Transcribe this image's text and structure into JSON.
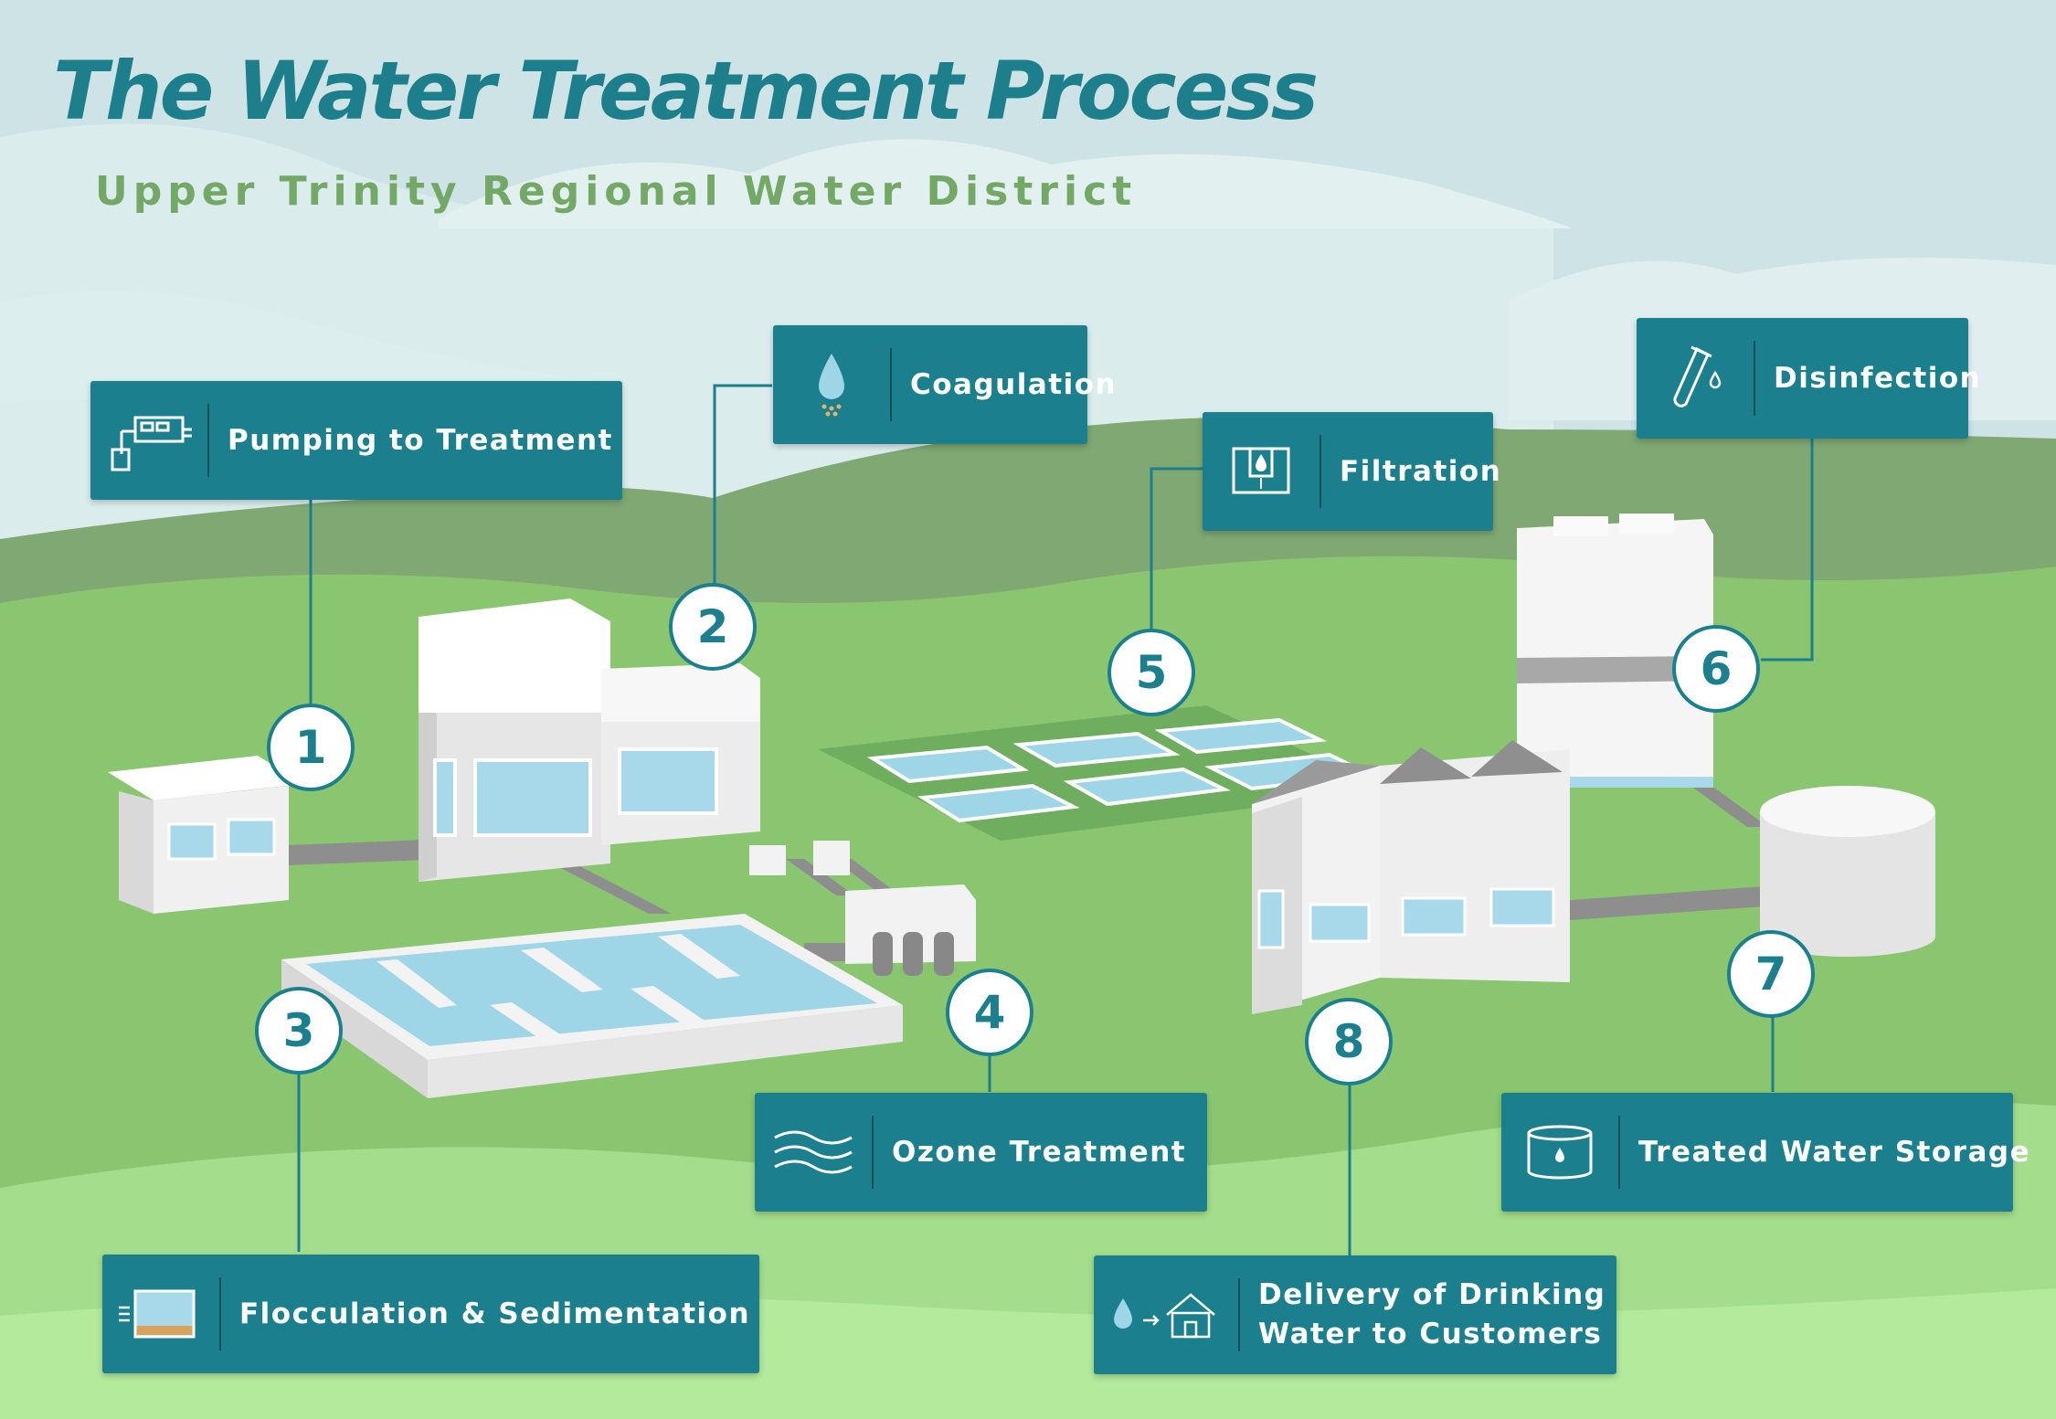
{
  "header": {
    "title": "The Water Treatment Process",
    "subtitle": "Upper Trinity Regional Water District"
  },
  "steps": [
    {
      "number": "1",
      "label": "Pumping to Treatment",
      "icon": "pump-station-icon"
    },
    {
      "number": "2",
      "label": "Coagulation",
      "icon": "water-drop-icon"
    },
    {
      "number": "3",
      "label": "Flocculation & Sedimentation",
      "icon": "sediment-tank-icon"
    },
    {
      "number": "4",
      "label": "Ozone Treatment",
      "icon": "ozone-waves-icon"
    },
    {
      "number": "5",
      "label": "Filtration",
      "icon": "filter-icon"
    },
    {
      "number": "6",
      "label": "Disinfection",
      "icon": "test-tube-icon"
    },
    {
      "number": "7",
      "label": "Treated Water Storage",
      "icon": "storage-tank-icon"
    },
    {
      "number": "8",
      "label_line1": "Delivery of Drinking",
      "label_line2": "Water to Customers",
      "icon": "drop-to-house-icon"
    }
  ],
  "colors": {
    "sky": "#cfe4e6",
    "hill_dark": "#7fa872",
    "grass": "#89c66f",
    "grass_light": "#a9e391",
    "accent_teal": "#1b7f8d",
    "subtitle_green": "#74a866",
    "water": "#9fd6e7",
    "building": "#f2f2f2",
    "pipe": "#8c8c8c"
  }
}
